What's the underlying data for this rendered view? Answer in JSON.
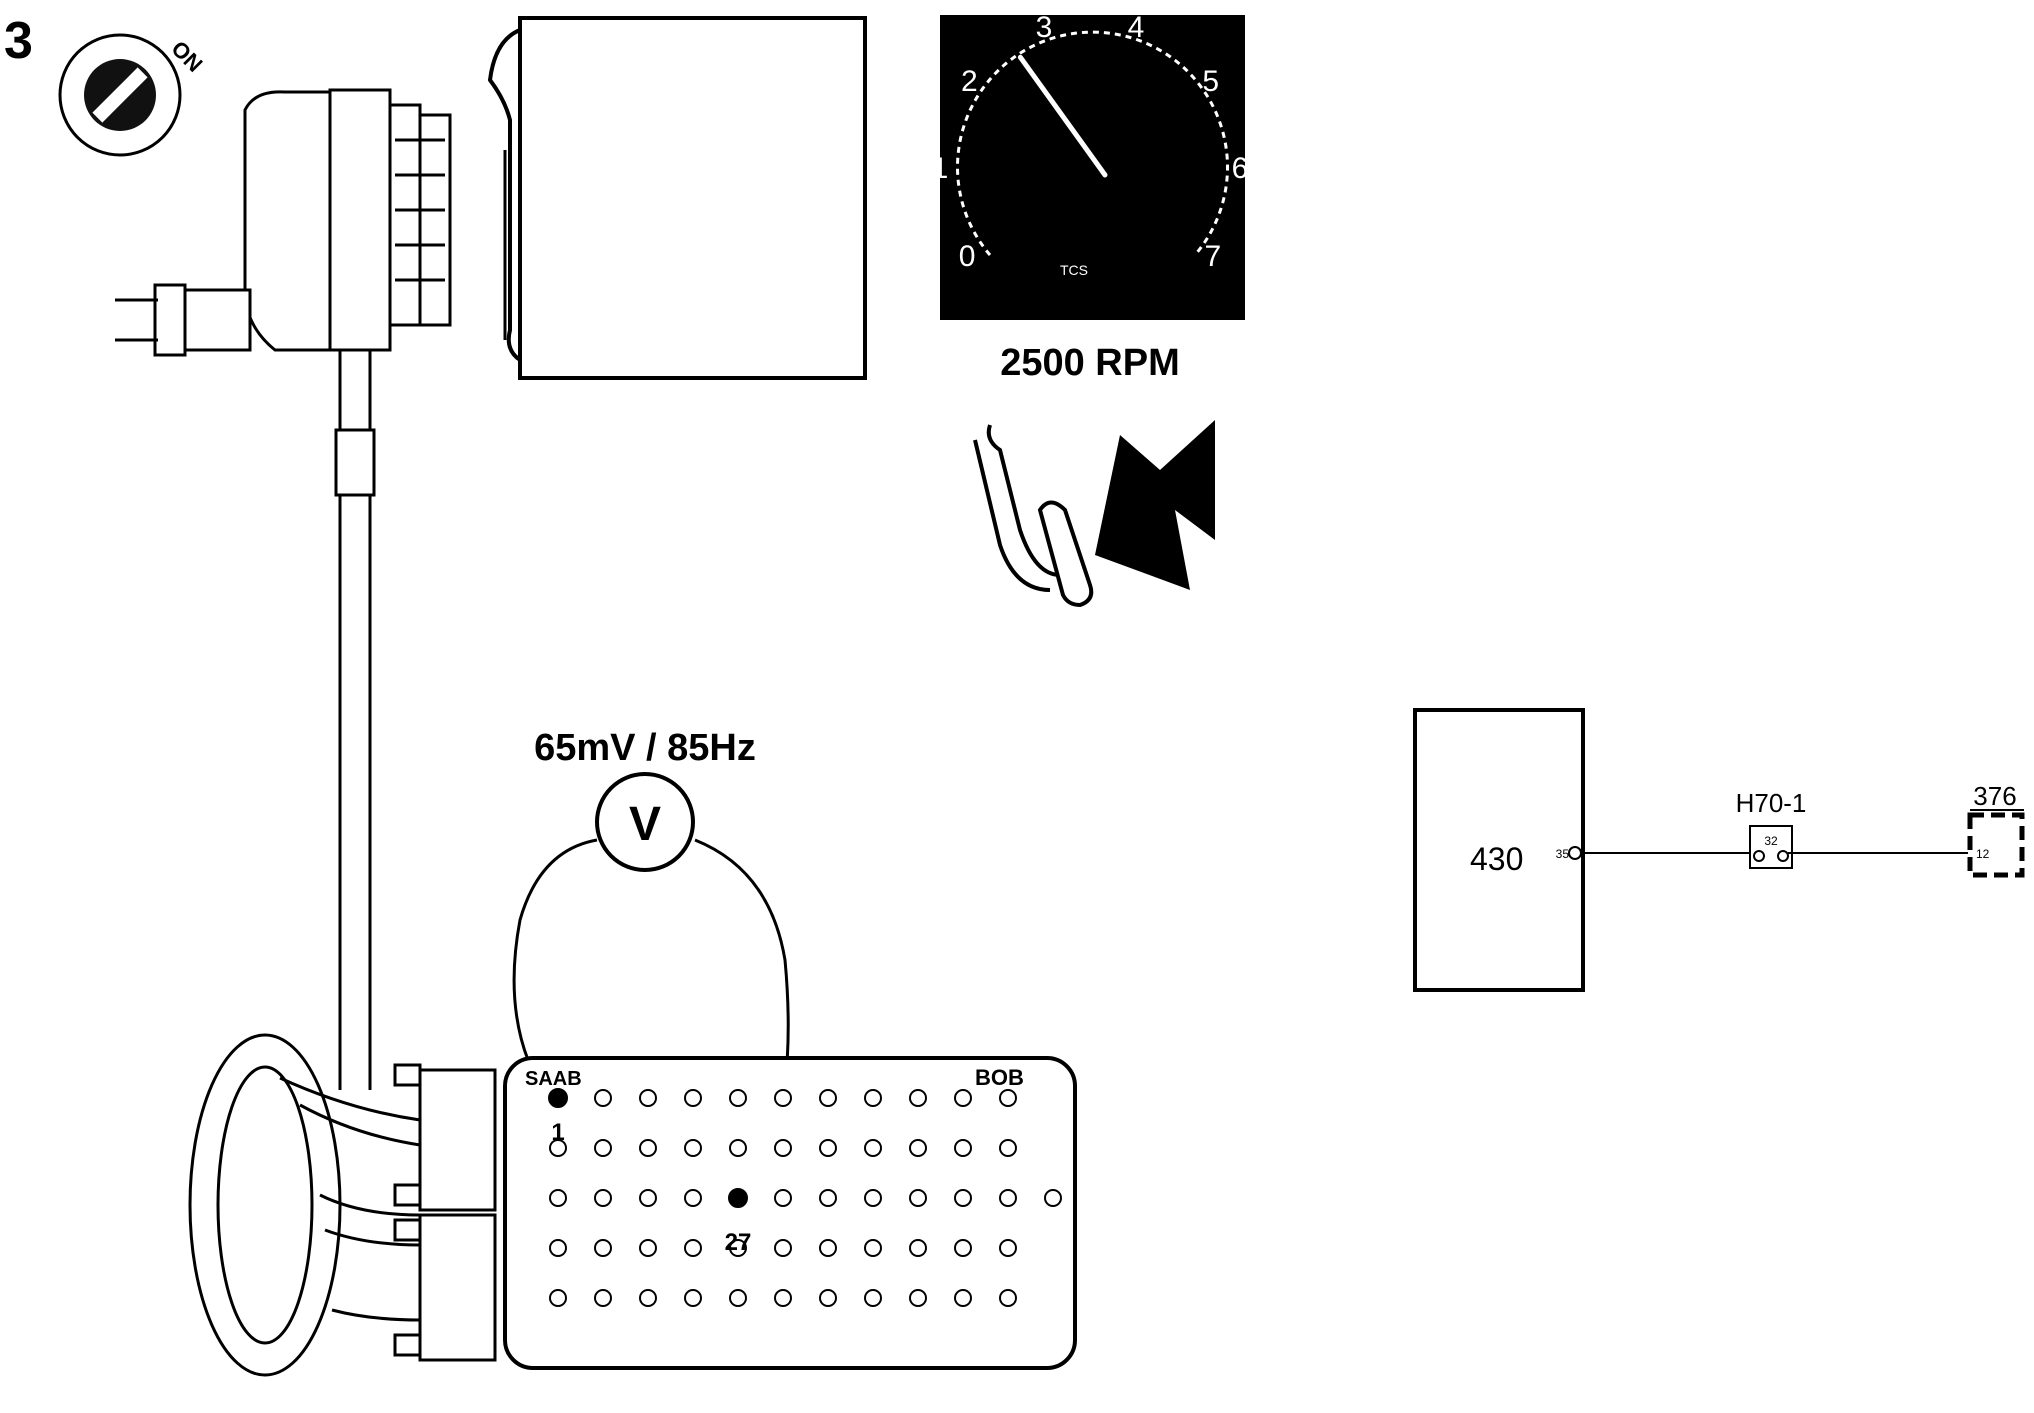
{
  "step_number": "3",
  "ignition": {
    "label": "ON",
    "icon": "ignition-key-icon"
  },
  "tachometer": {
    "dial_numbers": [
      "0",
      "1",
      "2",
      "3",
      "4",
      "5",
      "6",
      "7"
    ],
    "logo": "TCS",
    "caption": "2500 RPM",
    "needle_value": 2.5,
    "icon": "tachometer-icon"
  },
  "pedal": {
    "icon": "accelerator-pedal-icon",
    "arrow_icon": "press-arrow-icon"
  },
  "voltmeter": {
    "symbol": "V",
    "reading": "65mV / 85Hz",
    "icon": "voltmeter-icon"
  },
  "breakout_box": {
    "brand": "SAAB",
    "name": "BOB",
    "probe_pins": [
      "1",
      "27"
    ],
    "rows": [
      11,
      11,
      12,
      11,
      11
    ]
  },
  "schematic": {
    "control_unit": "430",
    "control_unit_pin": "35",
    "connector": "H70-1",
    "connector_pin": "32",
    "component": "376",
    "component_pin": "12"
  }
}
